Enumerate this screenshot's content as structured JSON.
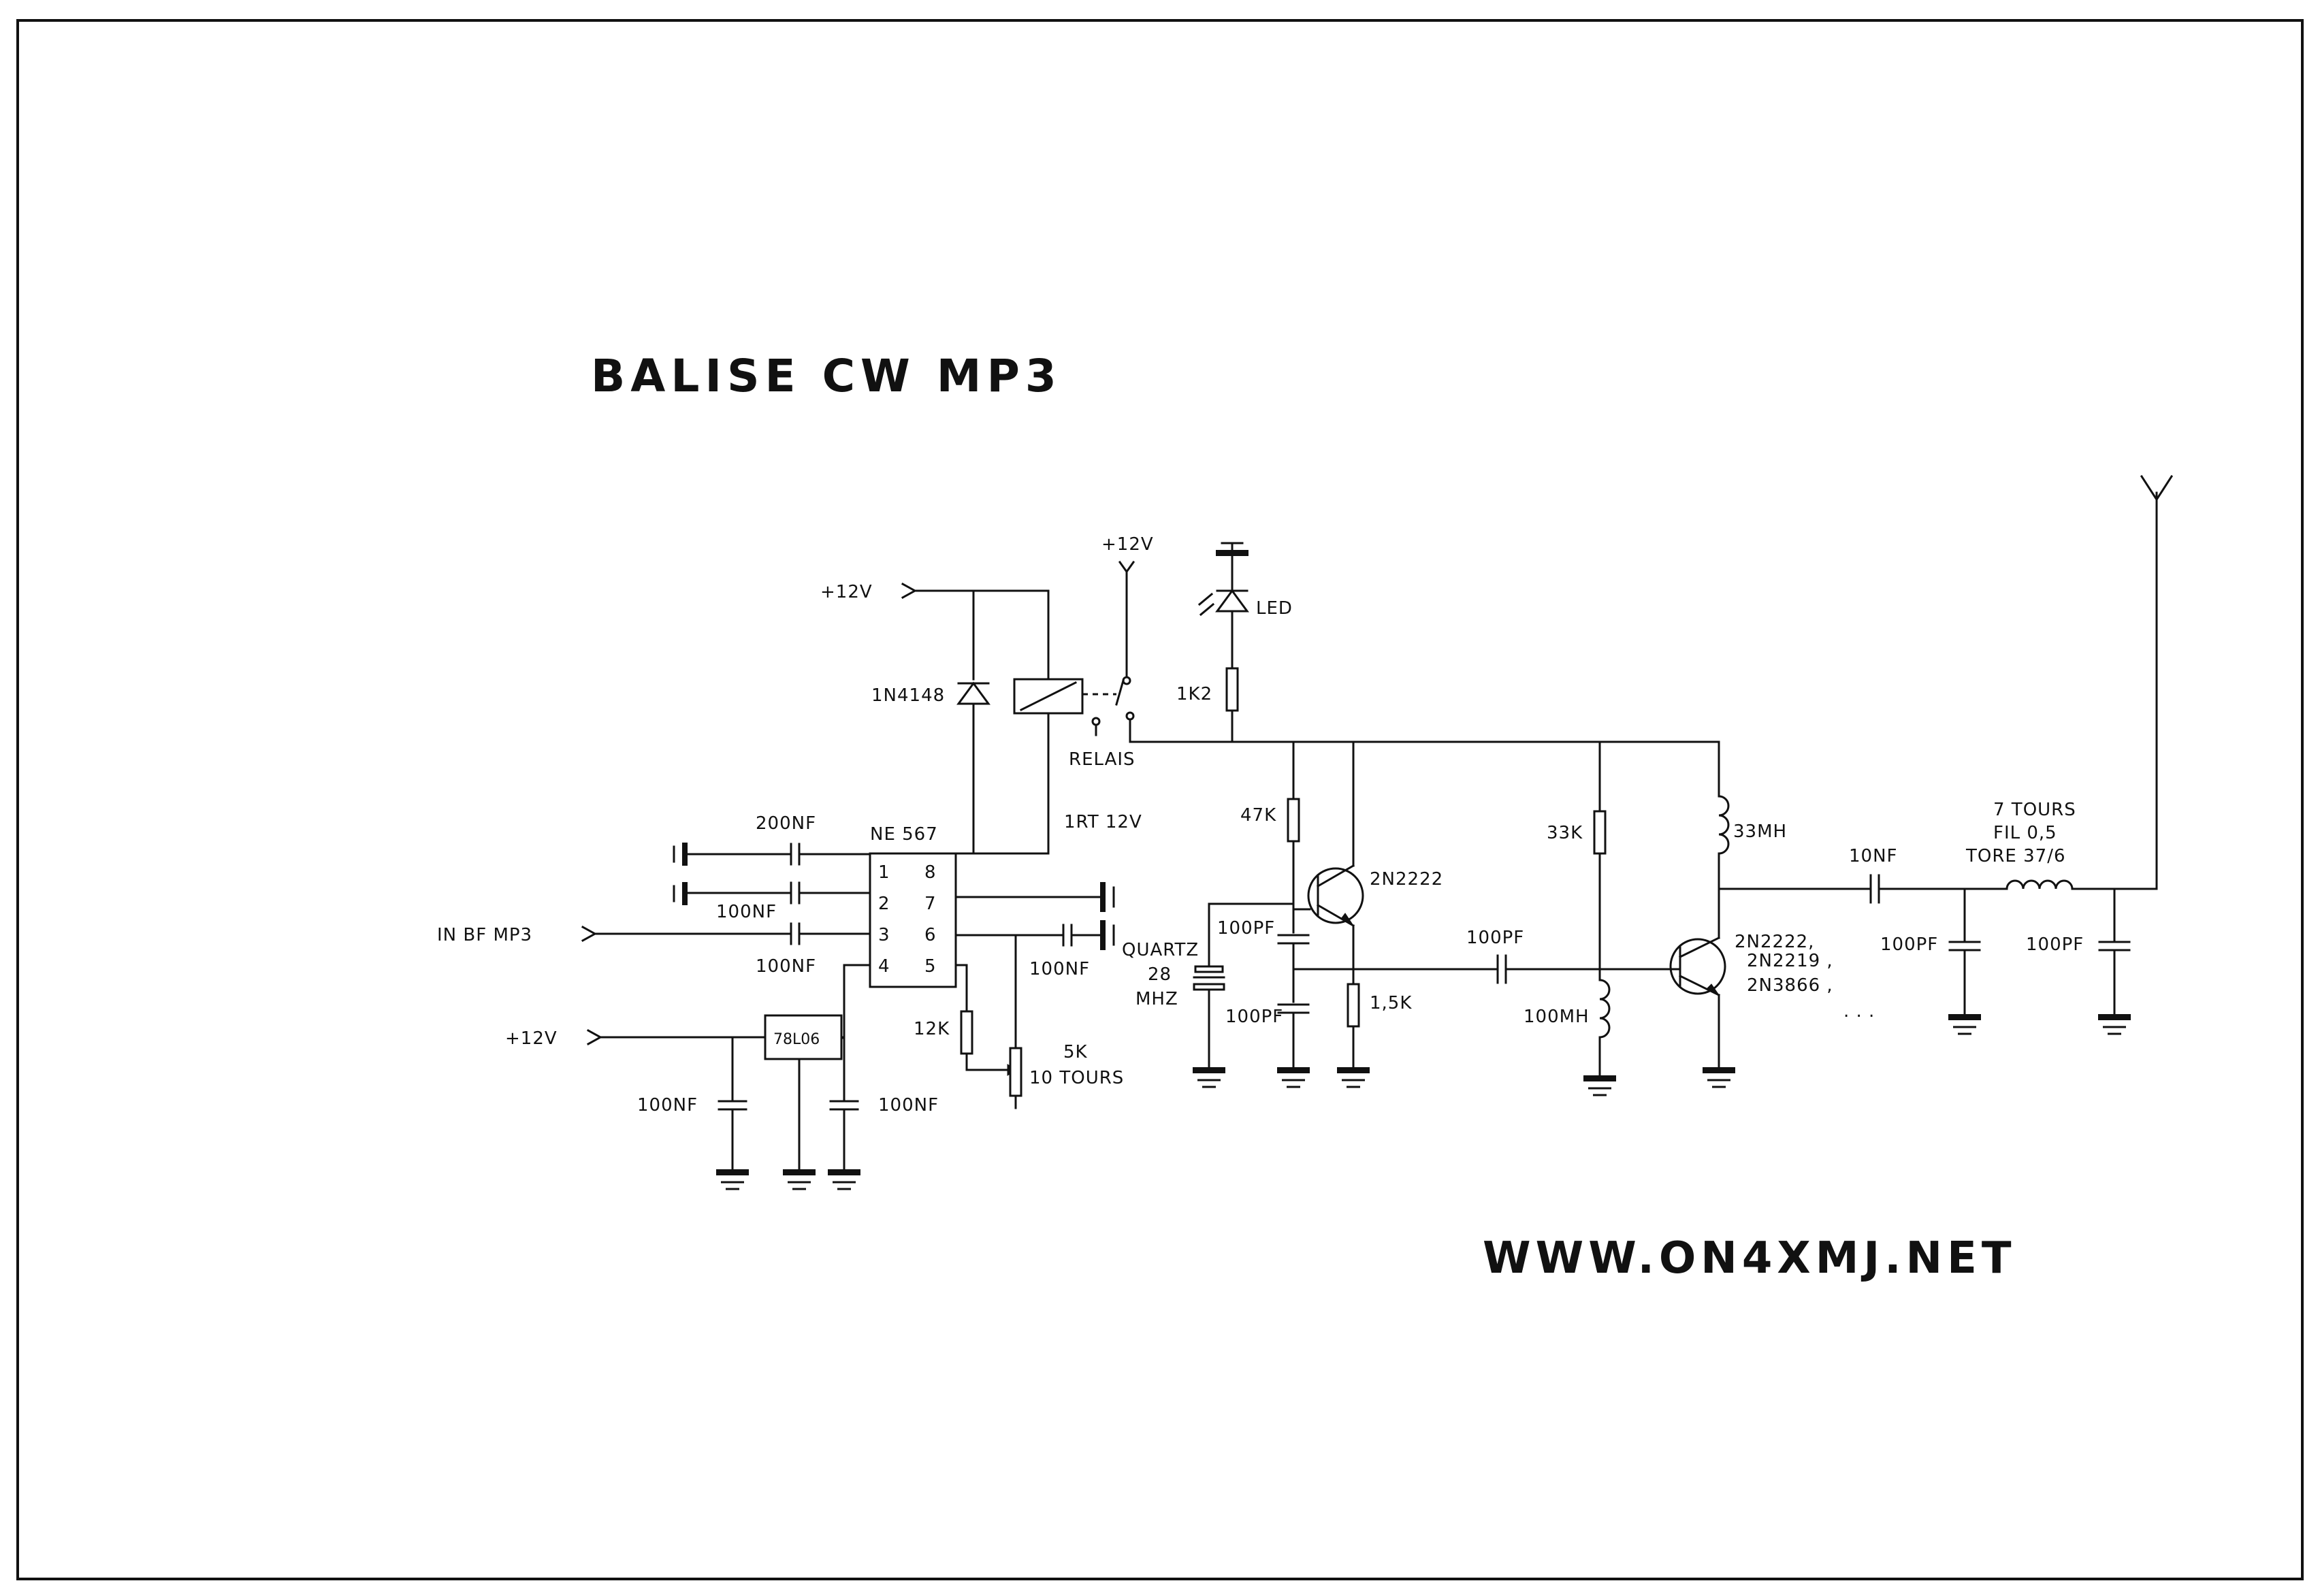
{
  "title": "BALISE CW MP3",
  "website": "WWW.ON4XMJ.NET",
  "supply_labels": {
    "v12_top_left": "+12V",
    "v12_relay": "+12V",
    "v12_regulator": "+12V"
  },
  "input_label": "IN BF MP3",
  "ic": {
    "name": "NE 567",
    "pins": [
      "1",
      "2",
      "3",
      "4",
      "5",
      "6",
      "7",
      "8"
    ]
  },
  "regulator": {
    "name": "78L06"
  },
  "relay": {
    "label": "RELAIS",
    "coil_label": "1RT 12V"
  },
  "diode": {
    "label": "1N4148"
  },
  "led": {
    "label": "LED",
    "resistor": "1K2"
  },
  "capacitors": {
    "c_200nf": "200NF",
    "c_pin2": "100NF",
    "c_pin3": "100NF",
    "c_pin6": "100NF",
    "c_reg_in": "100NF",
    "c_reg_out": "100NF",
    "c_osc_top": "100PF",
    "c_osc_bottom": "100PF",
    "c_coupling": "100PF",
    "c_out_10nf": "10NF",
    "c_filter_1": "100PF",
    "c_filter_2": "100PF"
  },
  "resistors": {
    "r_12k": "12K",
    "r_47k": "47K",
    "r_1_5k": "1,5K",
    "r_33k": "33K"
  },
  "potentiometer": {
    "value": "5K",
    "type": "10 TOURS"
  },
  "crystal": {
    "label": "QUARTZ",
    "freq": "28",
    "unit": "MHZ"
  },
  "inductors": {
    "choke_top": "33ΜH",
    "choke_base": "100ΜH",
    "coil_line1": "7 TOURS",
    "coil_line2": "FIL 0,5",
    "coil_line3": "TORE 37/6"
  },
  "transistors": {
    "oscillator": "2N2222",
    "amp_line1": "2N2222,",
    "amp_line2": "2N2219 ,",
    "amp_line3": "2N3866 ,",
    "amp_line4": ". . ."
  }
}
